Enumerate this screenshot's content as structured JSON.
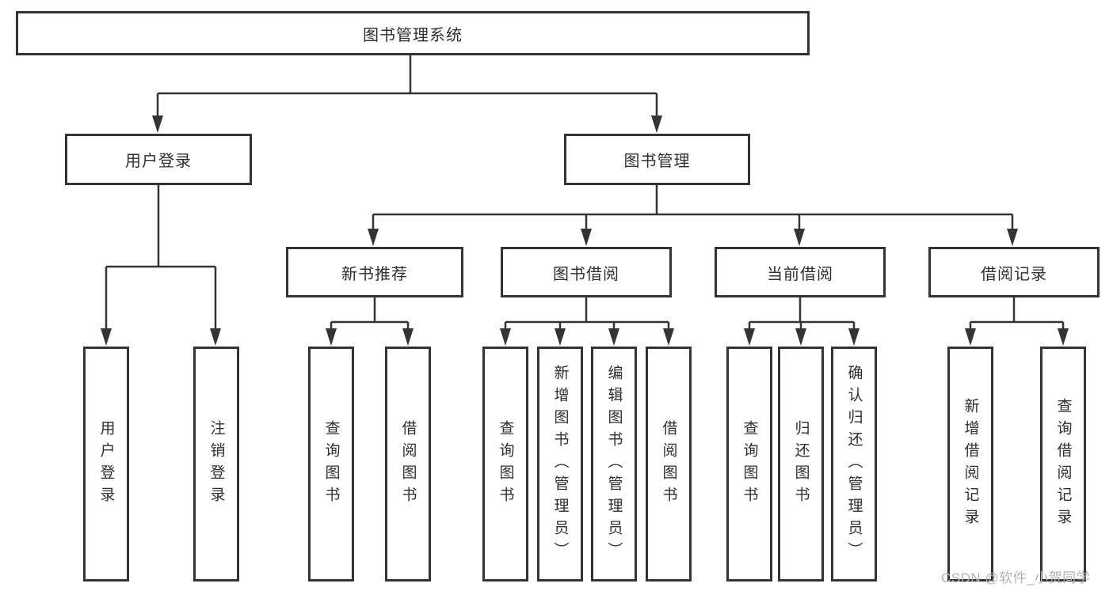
{
  "tree": {
    "label": "图书管理系统",
    "children": [
      {
        "label": "用户登录",
        "children": [
          {
            "label": "用户登录"
          },
          {
            "label": "注销登录"
          }
        ]
      },
      {
        "label": "图书管理",
        "children": [
          {
            "label": "新书推荐",
            "children": [
              {
                "label": "查询图书"
              },
              {
                "label": "借阅图书"
              }
            ]
          },
          {
            "label": "图书借阅",
            "children": [
              {
                "label": "查询图书"
              },
              {
                "label": "新增图书（管理员）"
              },
              {
                "label": "编辑图书（管理员）"
              },
              {
                "label": "借阅图书"
              }
            ]
          },
          {
            "label": "当前借阅",
            "children": [
              {
                "label": "查询图书"
              },
              {
                "label": "归还图书"
              },
              {
                "label": "确认归还（管理员）"
              }
            ]
          },
          {
            "label": "借阅记录",
            "children": [
              {
                "label": "新增借阅记录"
              },
              {
                "label": "查询借阅记录"
              }
            ]
          }
        ]
      }
    ]
  },
  "watermark": {
    "text": "CSDN @软件_小贺同学"
  },
  "colors": {
    "line": "#343434",
    "text": "#2f2f2f",
    "watermark": "#b3b3b3",
    "background": "#ffffff"
  }
}
